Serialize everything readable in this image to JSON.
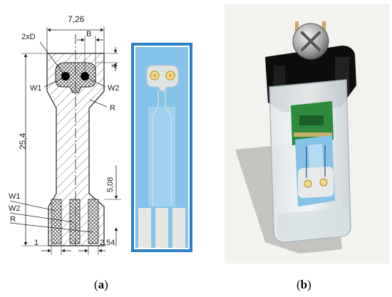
{
  "panel_a": {
    "dimensions": {
      "width": "7,26",
      "b": "B",
      "two_d": "2xD",
      "a": "A",
      "w1_top": "W1",
      "w2_top": "W2",
      "r_top": "R",
      "height": "25,4",
      "contact_height": "5,08",
      "w1_bottom": "W1",
      "w2_bottom": "W2",
      "r_bottom": "R",
      "pitch": "2,54",
      "pad": "1"
    },
    "caption": {
      "open": "(",
      "letter": "a",
      "close": ")"
    }
  },
  "panel_b": {
    "caption": {
      "open": "(",
      "letter": "b",
      "close": ")"
    }
  },
  "colors": {
    "sensor_blue": "#86c3e8",
    "frame_blue": "#2a7fc8",
    "pad_silver": "#e0e0dc",
    "photo_bg": "#f4f2ef",
    "housing_black": "#0d0d0d",
    "pcb_green": "#2f8a3c"
  }
}
